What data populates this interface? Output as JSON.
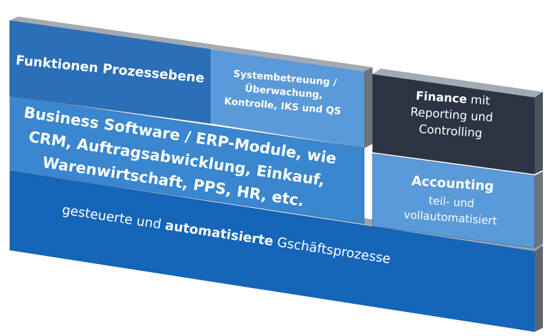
{
  "blocks": {
    "funktionen": {
      "label": "Funktionen Prozessebene"
    },
    "systembetreuung": {
      "lines": [
        "Systembetreuung /",
        "Überwachung,",
        "Kontrolle, IKS und QS"
      ]
    },
    "business": {
      "lines": [
        "Business Software / ERP-Module, wie",
        "CRM,  Auftragsabwicklung, Einkauf,",
        "Warenwirtschaft, PPS, HR, etc."
      ]
    },
    "finance": {
      "bold": "Finance",
      "rest": " mit",
      "lines": [
        "Reporting und",
        "Controlling"
      ]
    },
    "accounting": {
      "bold": "Accounting",
      "lines": [
        "teil- und",
        "vollautomatisiert"
      ]
    },
    "base": {
      "pre": "gesteuerte und ",
      "bold": "automatisierte",
      "post": " Gschäftsprozesse"
    }
  },
  "colors": {
    "base_front": "#1565b8",
    "mid_front": "#3a86cf",
    "top_left_front": "#2b6fb8",
    "light_front": "#5b9ad8",
    "dark_front": "#2c3444",
    "top_face": "#9aa3ad",
    "side_face": "#6c747c"
  }
}
